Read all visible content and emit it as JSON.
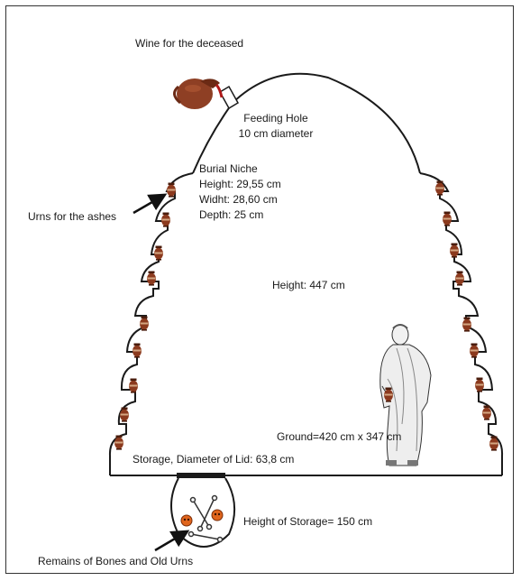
{
  "labels": {
    "wine": "Wine for the deceased",
    "feeding_hole_title": "Feeding Hole",
    "feeding_hole_diameter": "10 cm diameter",
    "burial_niche_title": "Burial Niche",
    "niche_height": "Height: 29,55 cm",
    "niche_width": "Widht: 28,60 cm",
    "niche_depth": "Depth: 25 cm",
    "urns": "Urns for the ashes",
    "height": "Height: 447 cm",
    "ground": "Ground=420 cm x 347 cm",
    "storage_lid": "Storage, Diameter of Lid: 63,8 cm",
    "storage_height": "Height of Storage= 150 cm",
    "remains": "Remains of Bones and Old Urns"
  },
  "colors": {
    "outline": "#1a1a1a",
    "urn_body": "#8b3a1e",
    "urn_dark": "#4a1c0c",
    "jug": "#8e3f24",
    "wine_stream": "#b01818",
    "skull": "#e0651c",
    "toga": "#e8e8e8"
  },
  "icons": [
    "wine-jug-icon",
    "urn-icon",
    "roman-figure-icon",
    "skull-icon",
    "arrow-icon"
  ]
}
